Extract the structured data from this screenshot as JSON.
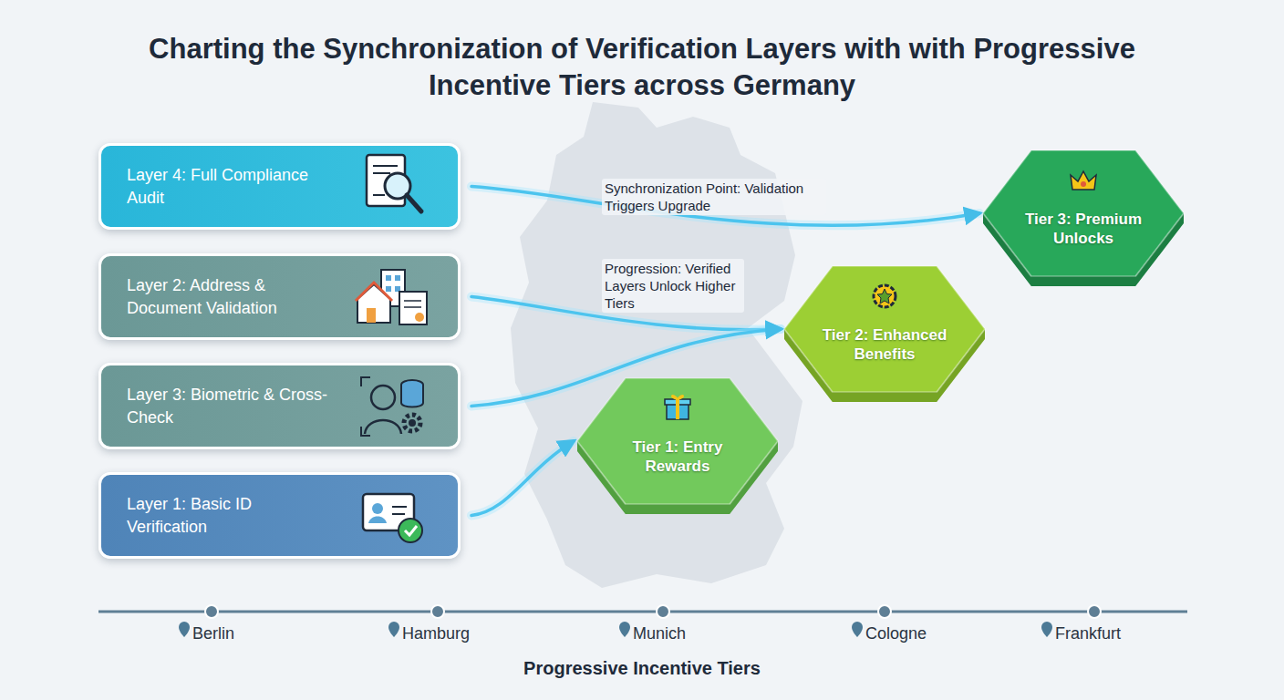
{
  "diagram": {
    "title": "Charting the Synchronization of Verification Layers with with Progressive Incentive Tiers across Germany",
    "nodes": [
      {
        "text": [
          "Layer 4: Full Compliance Audit"
        ]
      },
      {
        "text": [
          "Layer 2: Address & Document Validation"
        ]
      },
      {
        "text": [
          "Layer 3: Biometric & Cross-Check"
        ]
      },
      {
        "text": [
          "Layer 1: Basic ID Verification"
        ]
      },
      {
        "text": [
          "Tier 3: Premium Unlocks"
        ]
      },
      {
        "text": [
          "Tier 2: Enhanced Benefits"
        ]
      },
      {
        "text": [
          "Tier 1: Entry Rewards"
        ]
      }
    ],
    "edges": [
      {
        "from": 0,
        "to": 4,
        "arrow": "to",
        "label": "Synchronization Point: Validation Triggers Upgrade"
      },
      {
        "from": 1,
        "to": 5,
        "arrow": "to",
        "label": "Progression: Verified Layers Unlock Higher Tiers"
      },
      {
        "from": 2,
        "to": 5,
        "arrow": "to"
      },
      {
        "from": 3,
        "to": 6,
        "arrow": "to"
      }
    ],
    "labels": [
      "Berlin",
      "Hamburg",
      "Munich",
      "Cologne",
      "Frankfurt",
      "Progressive Incentive Tiers"
    ]
  }
}
